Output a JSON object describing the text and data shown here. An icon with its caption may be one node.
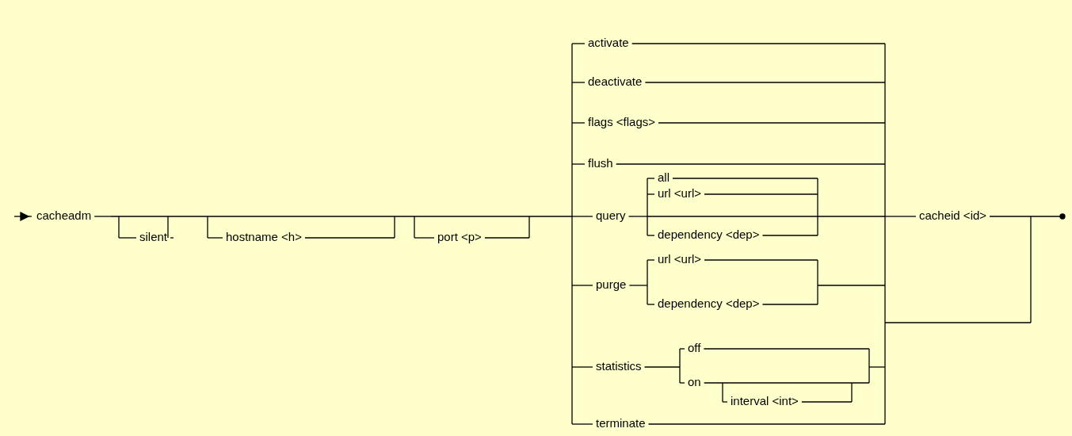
{
  "diagram": {
    "labels": [
      "cacheadm",
      "silent",
      "hostname <h>",
      "port <p>",
      "activate",
      "deactivate",
      "flags <flags>",
      "flush",
      "query",
      "all",
      "url <url>",
      "dependency <dep>",
      "purge",
      "url <url>",
      "dependency <dep>",
      "statistics",
      "off",
      "on",
      "interval <int>",
      "terminate",
      "cacheid <id>"
    ]
  }
}
